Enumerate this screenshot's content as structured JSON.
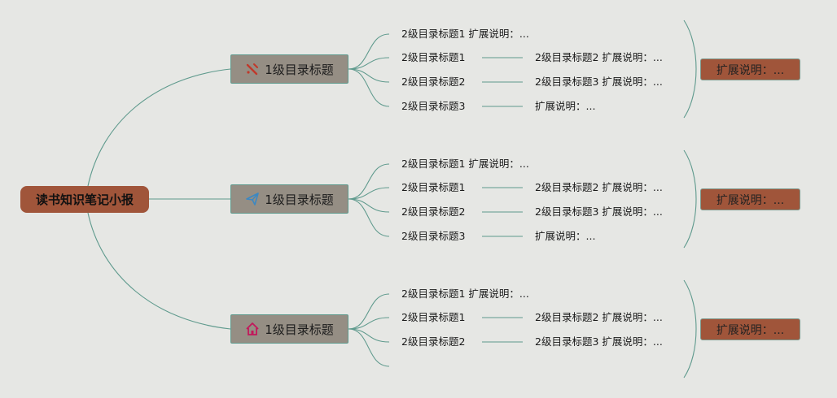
{
  "root": {
    "label": "读书知识笔记小报"
  },
  "colors": {
    "background": "#e6e7e4",
    "root_fill": "#a0553a",
    "branch_fill": "#958e84",
    "line": "#5f9a8d"
  },
  "branches": [
    {
      "label": "1级目录标题",
      "icon": "pencil-icon",
      "items": [
        {
          "text": "2级目录标题1 扩展说明：...",
          "child": null
        },
        {
          "text": "2级目录标题1",
          "child": "2级目录标题2 扩展说明：..."
        },
        {
          "text": "2级目录标题2",
          "child": "2级目录标题3 扩展说明：..."
        },
        {
          "text": "2级目录标题3",
          "child": "扩展说明：..."
        }
      ],
      "summary": "扩展说明：..."
    },
    {
      "label": "1级目录标题",
      "icon": "paper-plane-icon",
      "items": [
        {
          "text": "2级目录标题1 扩展说明：...",
          "child": null
        },
        {
          "text": "2级目录标题1",
          "child": "2级目录标题2 扩展说明：..."
        },
        {
          "text": "2级目录标题2",
          "child": "2级目录标题3 扩展说明：..."
        },
        {
          "text": "2级目录标题3",
          "child": "扩展说明：..."
        }
      ],
      "summary": "扩展说明：..."
    },
    {
      "label": "1级目录标题",
      "icon": "home-icon",
      "items": [
        {
          "text": "2级目录标题1 扩展说明：...",
          "child": null
        },
        {
          "text": "2级目录标题1",
          "child": "2级目录标题2 扩展说明：..."
        },
        {
          "text": "2级目录标题2",
          "child": "2级目录标题3 扩展说明：..."
        },
        {
          "text": "",
          "child": null
        }
      ],
      "summary": "扩展说明：..."
    }
  ]
}
